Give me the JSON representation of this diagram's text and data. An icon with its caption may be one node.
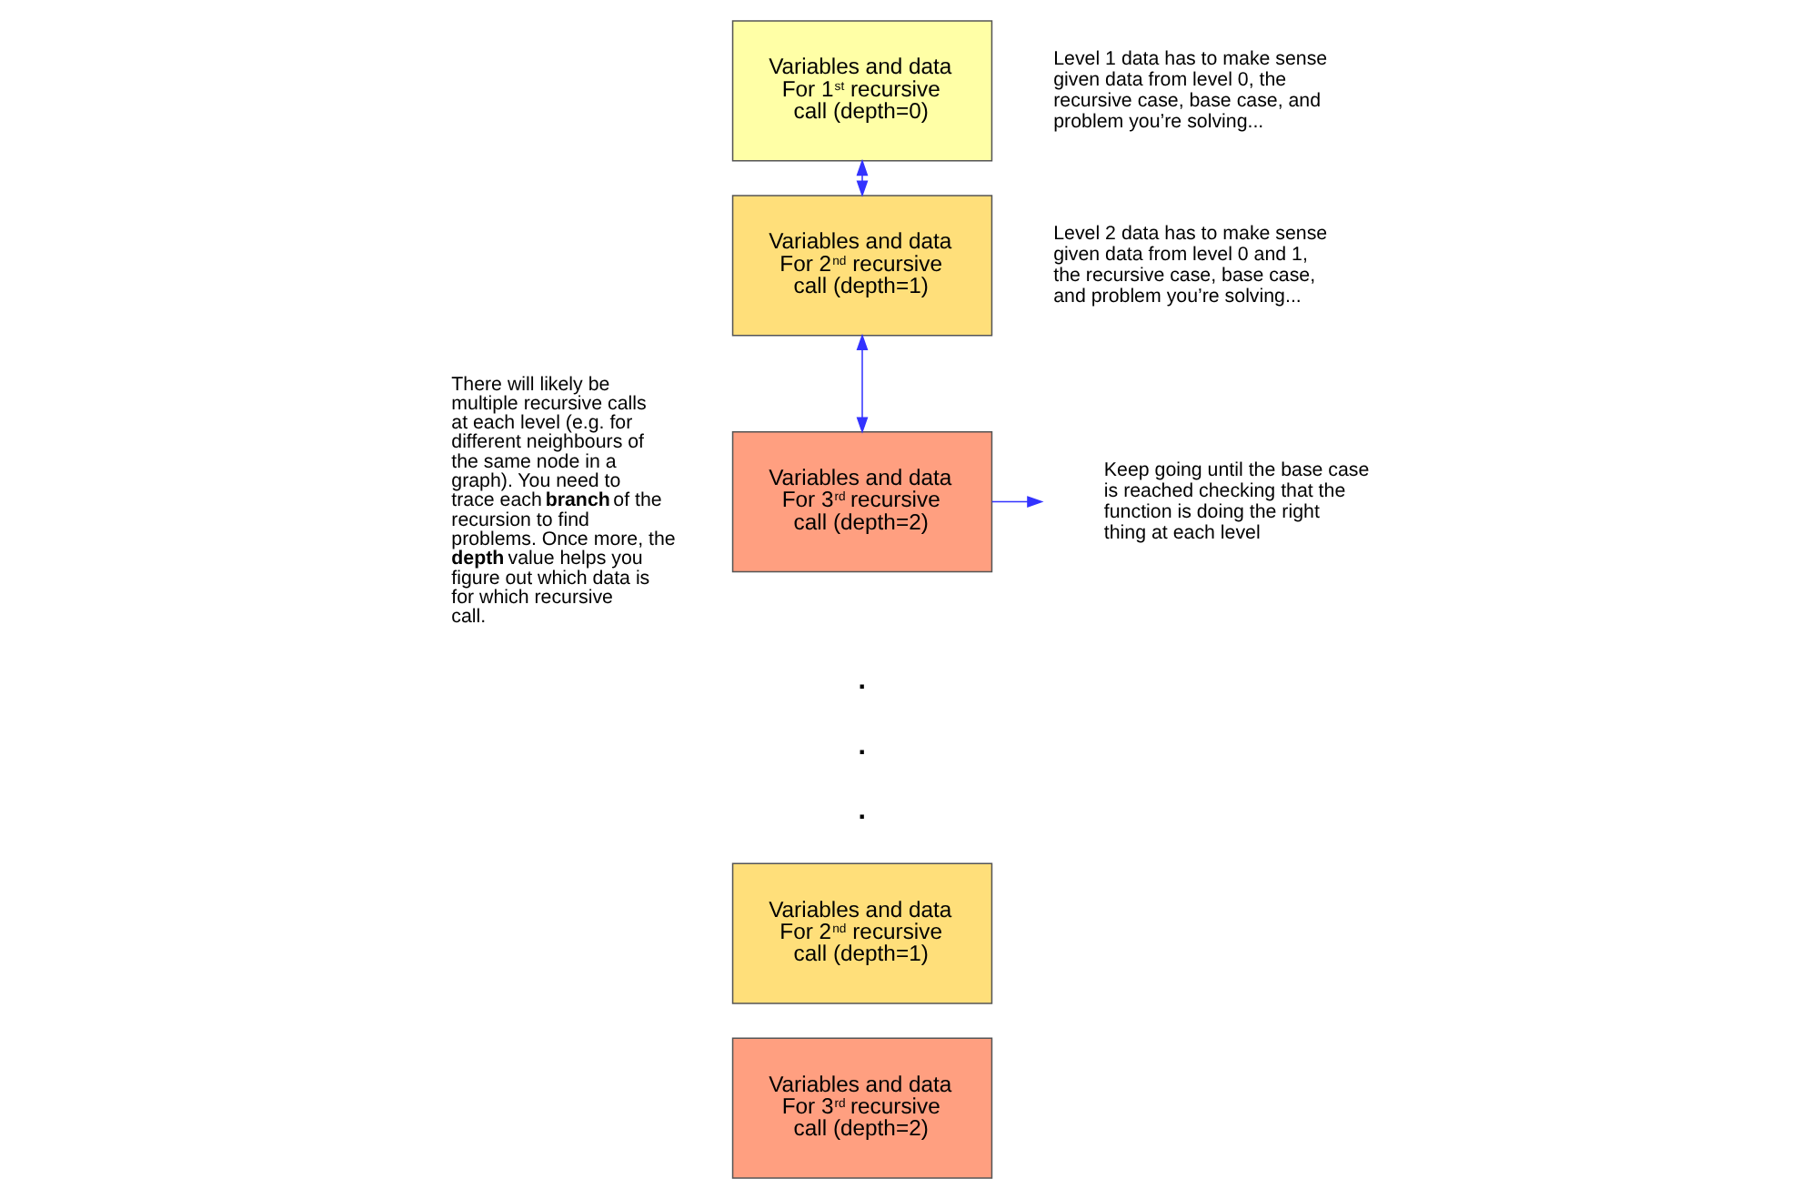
{
  "diagram": {
    "nodes": [
      {
        "text": [
          "Variables and data For 1$^{st}$ recursive call (depth=0)"
        ]
      },
      {
        "text": [
          "Variables and data For 2$^{nd}$ recursive call (depth=1)"
        ]
      },
      {
        "text": [
          "Variables and data For 3$^{rd}$ recursive call (depth=2)"
        ]
      },
      {
        "text": [
          "Variables and data For 2$^{nd}$ recursive call (depth=1)"
        ]
      },
      {
        "text": [
          "Variables and data For 3$^{rd}$ recursive call (depth=2)"
        ]
      }
    ],
    "edges": [
      {
        "from": 0,
        "to": 1,
        "arrow": "both"
      },
      {
        "from": 1,
        "to": 2,
        "arrow": "both"
      },
      {
        "from": 2,
        "to": null,
        "arrow": "to"
      }
    ],
    "labels": [
      "Level 1 data has to make sense given data from level 0, the recursive case, base case, and problem you’re solving...",
      "Level 2 data has to make sense given data from level 0 and 1, the recursive case, base case, and problem you’re solving...",
      "There will likely be multiple recursive calls at each level (e.g. for different neighbours of the same node in a graph). You need to trace each **branch** of the recursion to find problems. Once more, the **depth** value helps you figure out which data is for which recursive call.",
      "Keep going until the base case is reached checking that the function is doing the right thing at each level",
      ".",
      ".",
      "."
    ]
  }
}
